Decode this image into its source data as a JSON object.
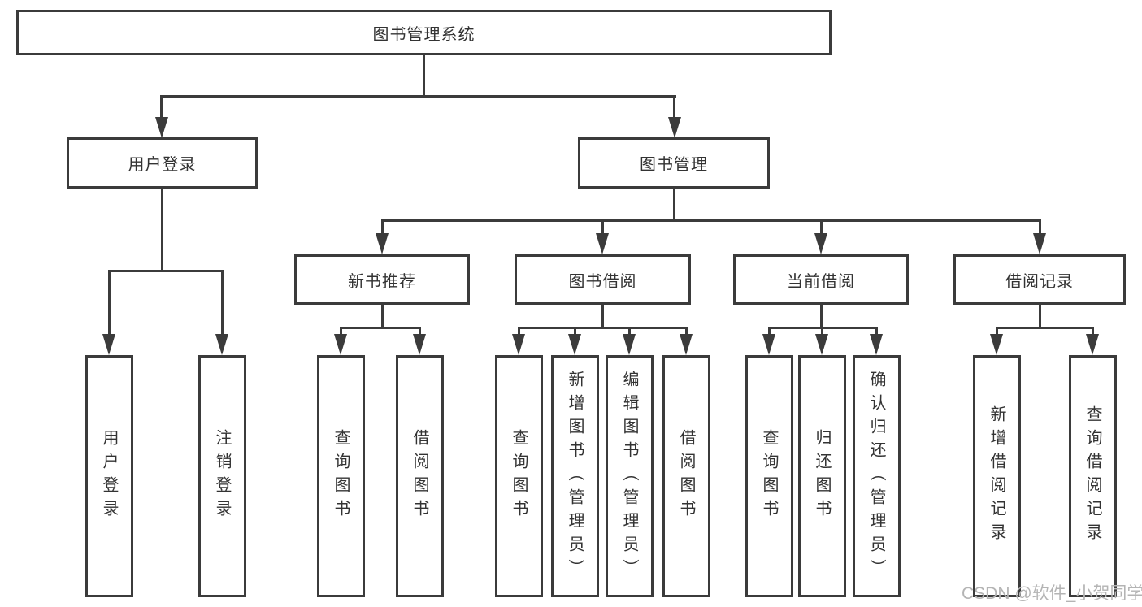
{
  "colors": {
    "line": "#3b3b3b",
    "text": "#333333",
    "watermark_text": "#b4b4b4",
    "background": "#ffffff"
  },
  "watermark": {
    "label": "CSDN @软件_小贺同学"
  },
  "tree": {
    "label": "图书管理系统",
    "children": [
      {
        "label": "用户登录",
        "children": [
          {
            "label": "用户登录"
          },
          {
            "label": "注销登录"
          }
        ]
      },
      {
        "label": "图书管理",
        "children": [
          {
            "label": "新书推荐",
            "children": [
              {
                "label": "查询图书"
              },
              {
                "label": "借阅图书"
              }
            ]
          },
          {
            "label": "图书借阅",
            "children": [
              {
                "label": "查询图书"
              },
              {
                "label": "新增图书（管理员）"
              },
              {
                "label": "编辑图书（管理员）"
              },
              {
                "label": "借阅图书"
              }
            ]
          },
          {
            "label": "当前借阅",
            "children": [
              {
                "label": "查询图书"
              },
              {
                "label": "归还图书"
              },
              {
                "label": "确认归还（管理员）"
              }
            ]
          },
          {
            "label": "借阅记录",
            "children": [
              {
                "label": "新增借阅记录"
              },
              {
                "label": "查询借阅记录"
              }
            ]
          }
        ]
      }
    ]
  }
}
